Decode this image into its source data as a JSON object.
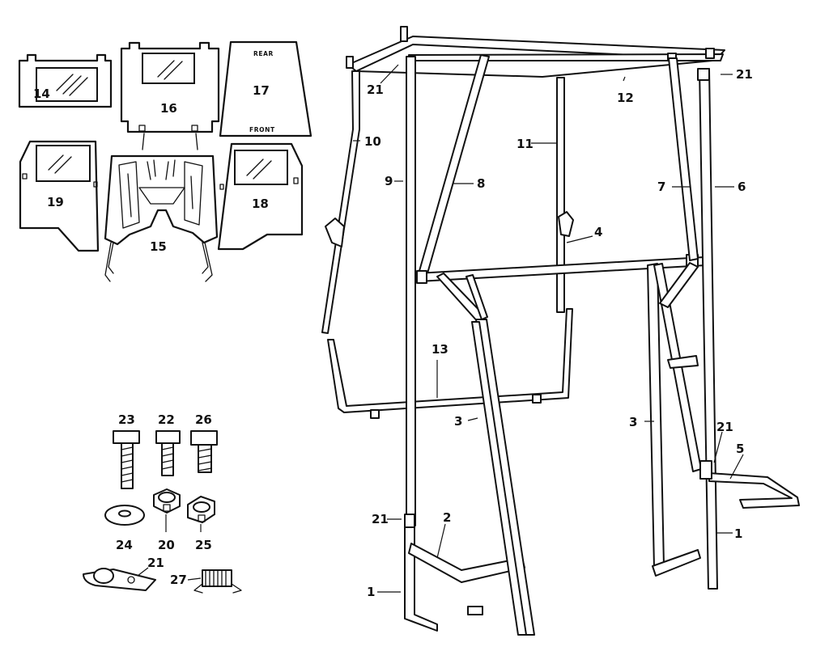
{
  "labels": {
    "p1a": "1",
    "p1b": "1",
    "p2": "2",
    "p3a": "3",
    "p3b": "3",
    "p4": "4",
    "p5": "5",
    "p6": "6",
    "p7": "7",
    "p8": "8",
    "p9": "9",
    "p10": "10",
    "p11": "11",
    "p12": "12",
    "p13": "13",
    "p14": "14",
    "p15": "15",
    "p16": "16",
    "p17": "17",
    "p18": "18",
    "p19": "19",
    "p20": "20",
    "p21a": "21",
    "p21b": "21",
    "p21c": "21",
    "p21d": "21",
    "p21e": "21",
    "p22": "22",
    "p23": "23",
    "p24": "24",
    "p25": "25",
    "p26": "26",
    "p27": "27"
  },
  "panel17": {
    "top_text": "REAR",
    "bottom_text": "FRONT"
  }
}
